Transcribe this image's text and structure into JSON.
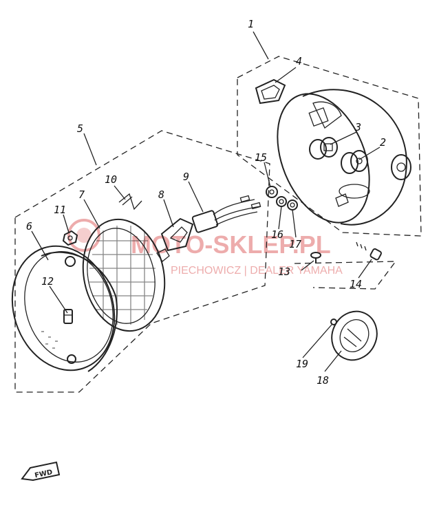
{
  "callouts": [
    {
      "id": "1",
      "text": "1"
    },
    {
      "id": "2",
      "text": "2"
    },
    {
      "id": "3",
      "text": "3"
    },
    {
      "id": "4",
      "text": "4"
    },
    {
      "id": "5",
      "text": "5"
    },
    {
      "id": "6",
      "text": "6"
    },
    {
      "id": "7",
      "text": "7"
    },
    {
      "id": "8",
      "text": "8"
    },
    {
      "id": "9",
      "text": "9"
    },
    {
      "id": "10",
      "text": "10"
    },
    {
      "id": "11",
      "text": "11"
    },
    {
      "id": "12",
      "text": "12"
    },
    {
      "id": "13",
      "text": "13"
    },
    {
      "id": "14",
      "text": "14"
    },
    {
      "id": "15",
      "text": "15"
    },
    {
      "id": "16",
      "text": "16"
    },
    {
      "id": "17",
      "text": "17"
    },
    {
      "id": "18",
      "text": "18"
    },
    {
      "id": "19",
      "text": "19"
    }
  ],
  "fwd_label": "FWD",
  "watermark": {
    "title": "MOTO-SKLEP.PL",
    "subtitle": "PIECHOWICZ | DEALER YAMAHA",
    "color": "#e06a6a"
  },
  "colors": {
    "ink": "#222222",
    "background": "#ffffff"
  }
}
